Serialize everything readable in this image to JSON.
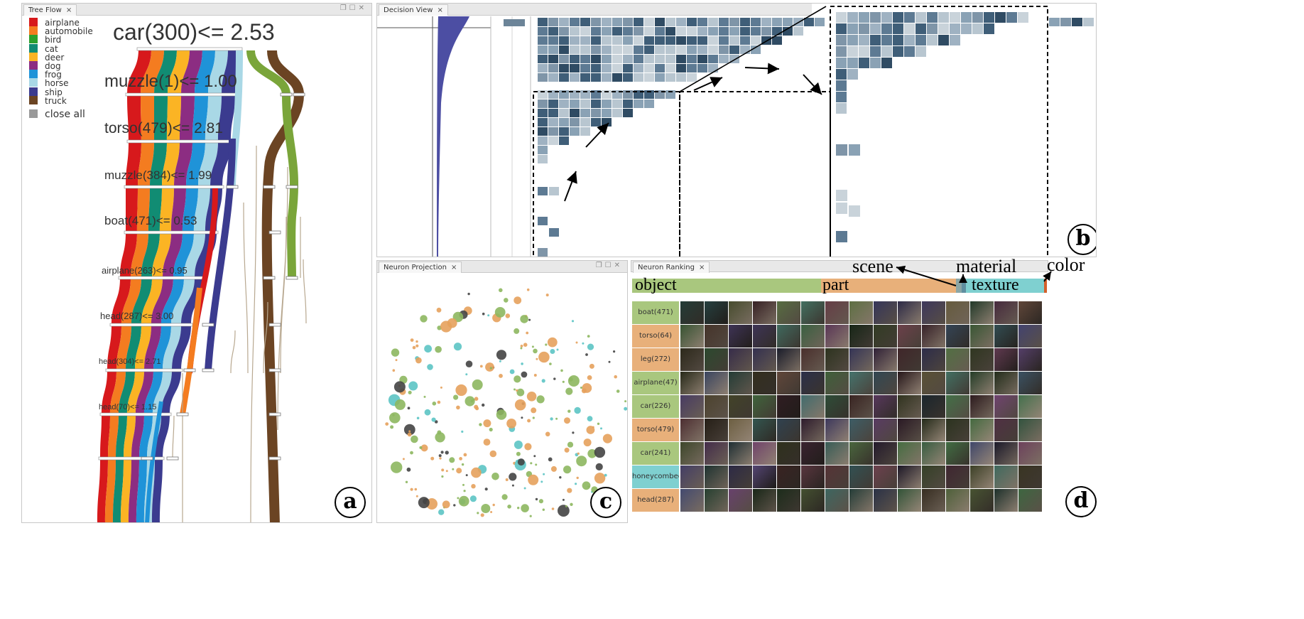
{
  "tree_flow": {
    "tab": "Tree Flow",
    "legend": [
      {
        "label": "airplane",
        "color": "#d7191c"
      },
      {
        "label": "automobile",
        "color": "#f47c20"
      },
      {
        "label": "bird",
        "color": "#2ca02c"
      },
      {
        "label": "cat",
        "color": "#118c73"
      },
      {
        "label": "deer",
        "color": "#fbb424"
      },
      {
        "label": "dog",
        "color": "#8c2d82"
      },
      {
        "label": "frog",
        "color": "#1f93d8"
      },
      {
        "label": "horse",
        "color": "#a9d8e6"
      },
      {
        "label": "ship",
        "color": "#3b3b8f"
      },
      {
        "label": "truck",
        "color": "#6b4423"
      }
    ],
    "close_all": "close all",
    "splits": [
      "car(300)<= 2.53",
      "muzzle(1)<= 1.00",
      "torso(479)<= 2.81",
      "muzzle(384)<= 1.99",
      "boat(471)<= 0.53",
      "airplane(263)<= 0.95",
      "head(287)<= 3.00",
      "head(304)<= 2.71",
      "head(70)<= 1.15"
    ],
    "badge": "a"
  },
  "decision_view": {
    "tab": "Decision View",
    "badge": "b",
    "thumb_colors": [
      "#9fb2c2",
      "#5d7a93",
      "#c9d3da",
      "#3f5e78",
      "#7f95a8",
      "#b8c6d0",
      "#2f4b63",
      "#8aa2b5"
    ]
  },
  "neuron_projection": {
    "tab": "Neuron Projection",
    "badge": "c",
    "colors": {
      "object": "#8db75f",
      "part": "#e6a15c",
      "texture": "#5cc4c4",
      "other": "#444444"
    }
  },
  "neuron_ranking": {
    "tab": "Neuron Ranking",
    "badge": "d",
    "category_labels": {
      "object": "object",
      "part": "part",
      "texture": "texture"
    },
    "callouts": {
      "scene": "scene",
      "material": "material",
      "color": "color"
    },
    "category_colors": {
      "object": "#a9c77e",
      "part": "#e8b07a",
      "texture": "#7fd0d0",
      "color": "#d35f2a"
    },
    "rows": [
      {
        "label": "boat(471)",
        "type": "object"
      },
      {
        "label": "torso(64)",
        "type": "part"
      },
      {
        "label": "leg(272)",
        "type": "part"
      },
      {
        "label": "airplane(47)",
        "type": "object"
      },
      {
        "label": "car(226)",
        "type": "object"
      },
      {
        "label": "torso(479)",
        "type": "part"
      },
      {
        "label": "car(241)",
        "type": "object"
      },
      {
        "label": "honeycombed(",
        "type": "texture"
      },
      {
        "label": "head(287)",
        "type": "part"
      }
    ]
  }
}
